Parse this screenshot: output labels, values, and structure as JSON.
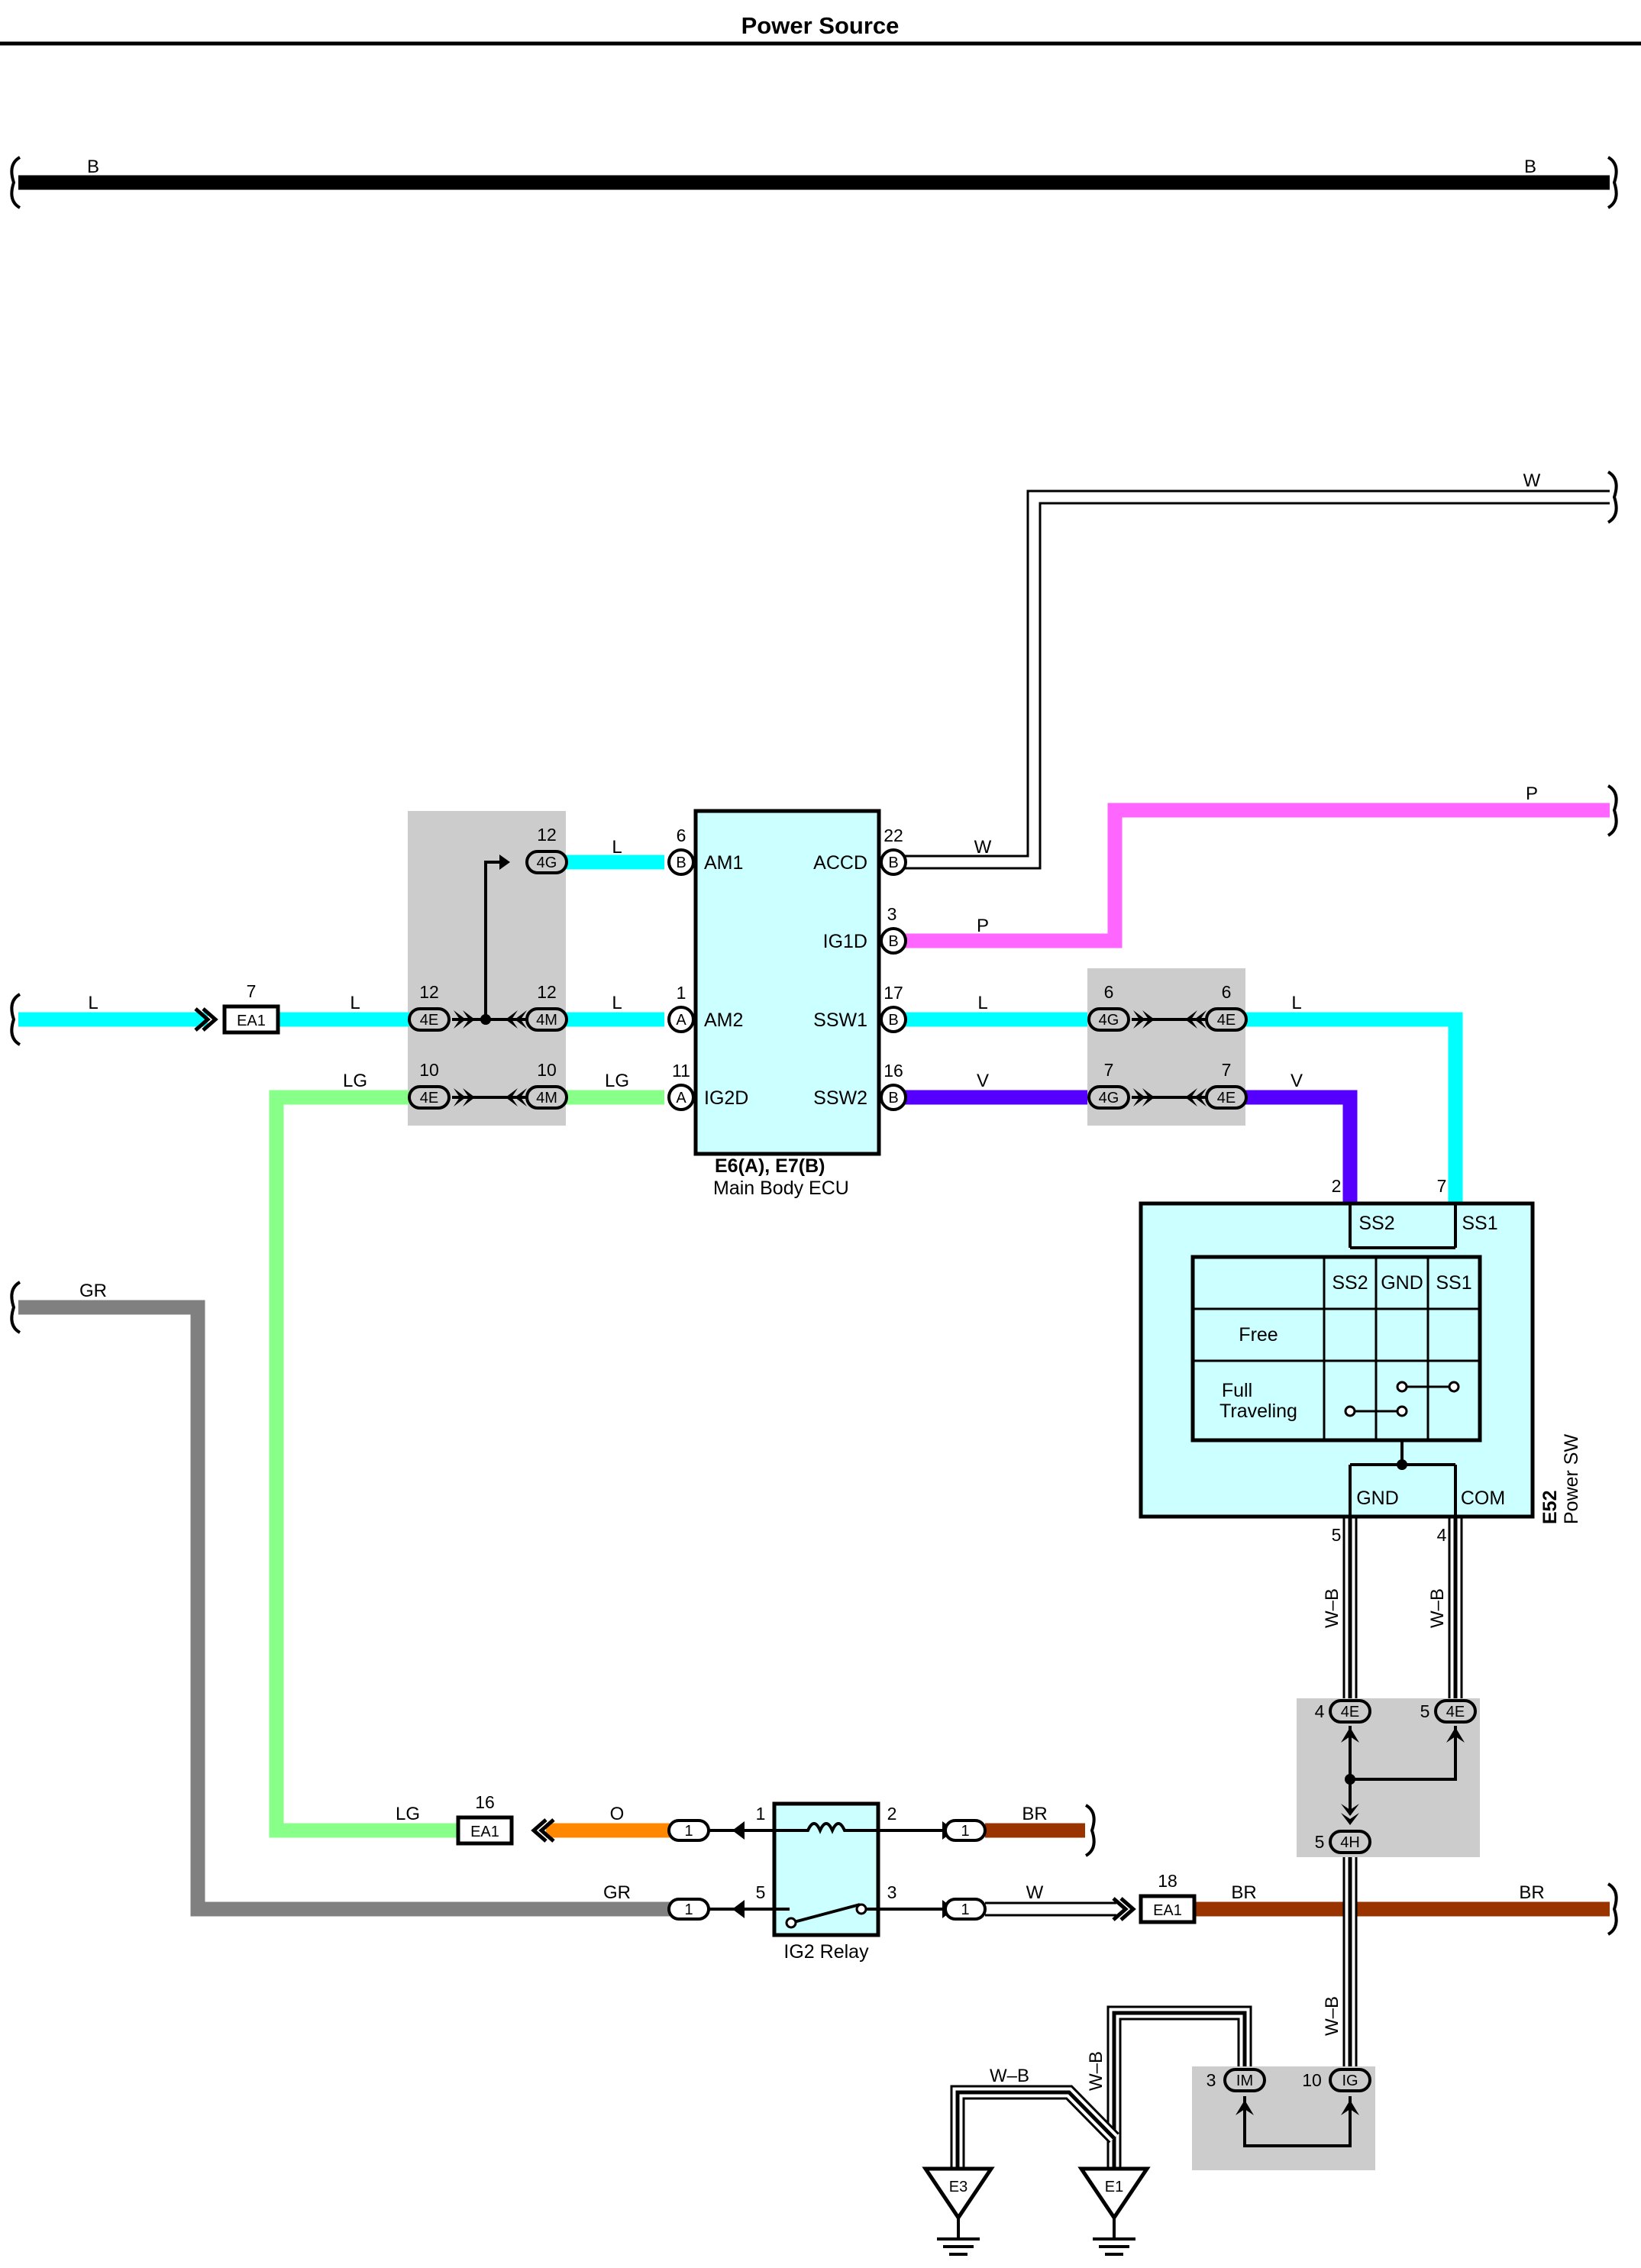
{
  "title": "Power Source",
  "colors": {
    "B": "#000000",
    "W": "#ffffff",
    "P": "#ff66ff",
    "L": "#00ffff",
    "V": "#5500ff",
    "LG": "#88ff88",
    "GR": "#808080",
    "O": "#ff8800",
    "BR": "#993300",
    "component_fill": "#ccffff",
    "junction_fill": "#cccccc"
  },
  "wires": {
    "b_left": "B",
    "b_right": "B",
    "w_right": "W",
    "w_accd": "W",
    "p_ig1d": "P",
    "p_right": "P",
    "l_in": "L",
    "l_ea1": "L",
    "l_am1": "L",
    "l_am2": "L",
    "l_ssw1": "L",
    "l_ss1": "L",
    "v_ssw2": "V",
    "v_ss2": "V",
    "lg_left": "LG",
    "lg_ig2d": "LG",
    "lg_relay": "LG",
    "gr_left": "GR",
    "gr_relay": "GR",
    "o_relay": "O",
    "br_relay": "BR",
    "br_ea1": "BR",
    "br_right": "BR",
    "w_relay": "W",
    "wb_gnd": "W–B",
    "wb_com": "W–B",
    "wb_4h": "W–B",
    "wb_e3": "W–B",
    "wb_e1": "W–B"
  },
  "connectors": {
    "ea1_in": {
      "pin": "7",
      "label": "EA1"
    },
    "j4e_am2": {
      "pin": "12",
      "label": "4E"
    },
    "j4g_am1": {
      "pin": "12",
      "label": "4G"
    },
    "j4m_am2": {
      "pin": "12",
      "label": "4M"
    },
    "j4e_ig2d": {
      "pin": "10",
      "label": "4E"
    },
    "j4m_ig2d": {
      "pin": "10",
      "label": "4M"
    },
    "j4g_ssw1": {
      "pin": "6",
      "label": "4G"
    },
    "j4e_ssw1": {
      "pin": "6",
      "label": "4E"
    },
    "j4g_ssw2": {
      "pin": "7",
      "label": "4G"
    },
    "j4e_ssw2": {
      "pin": "7",
      "label": "4E"
    },
    "ea1_relay": {
      "pin": "16",
      "label": "EA1"
    },
    "ea1_br": {
      "pin": "18",
      "label": "EA1"
    },
    "r1_in": {
      "label": "1"
    },
    "r1_out": {
      "label": "1"
    },
    "r5_in": {
      "label": "1"
    },
    "r3_out": {
      "label": "1"
    },
    "j4e_gnd": {
      "pin": "4",
      "label": "4E"
    },
    "j4e_com": {
      "pin": "5",
      "label": "4E"
    },
    "j4h": {
      "pin": "5",
      "label": "4H"
    },
    "jim": {
      "pin": "3",
      "label": "IM"
    },
    "jig": {
      "pin": "10",
      "label": "IG"
    }
  },
  "ecu": {
    "name": "E6(A), E7(B)",
    "desc": "Main Body ECU",
    "pins": {
      "am1": {
        "num": "6",
        "letter": "B",
        "name": "AM1"
      },
      "am2": {
        "num": "1",
        "letter": "A",
        "name": "AM2"
      },
      "ig2d": {
        "num": "11",
        "letter": "A",
        "name": "IG2D"
      },
      "accd": {
        "num": "22",
        "letter": "B",
        "name": "ACCD"
      },
      "ig1d": {
        "num": "3",
        "letter": "B",
        "name": "IG1D"
      },
      "ssw1": {
        "num": "17",
        "letter": "B",
        "name": "SSW1"
      },
      "ssw2": {
        "num": "16",
        "letter": "B",
        "name": "SSW2"
      }
    }
  },
  "power_sw": {
    "code": "E52",
    "name": "Power SW",
    "term_ss2": {
      "num": "2",
      "name": "SS2"
    },
    "term_ss1": {
      "num": "7",
      "name": "SS1"
    },
    "term_gnd": {
      "num": "5",
      "name": "GND"
    },
    "term_com": {
      "num": "4",
      "name": "COM"
    },
    "table": {
      "headers": [
        "SS2",
        "GND",
        "SS1"
      ],
      "rows": [
        "Free",
        "Full\nTraveling"
      ]
    }
  },
  "relay": {
    "name": "IG2 Relay",
    "pins": {
      "p1": "1",
      "p2": "2",
      "p5": "5",
      "p3": "3"
    }
  },
  "grounds": {
    "e3": "E3",
    "e1": "E1"
  }
}
